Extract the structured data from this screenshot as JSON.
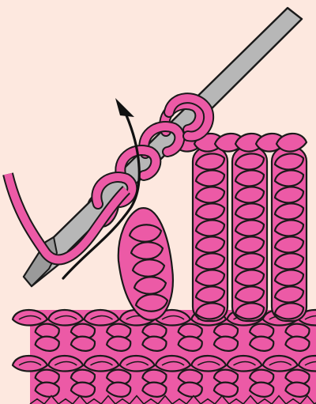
{
  "illustration": {
    "subject": "crochet-stitch",
    "icons": [
      "crochet-hook-icon",
      "yarn-strand-icon",
      "direction-arrow-icon"
    ],
    "colors": {
      "background": "#fde8df",
      "yarn": "#ec5aa6",
      "outline": "#1a1a1a",
      "hook": "#b7b7b7",
      "arrow": "#111111"
    },
    "tall_stitch_count": 3,
    "foundation_stitch_count": 8,
    "foundation_row_count": 2
  }
}
